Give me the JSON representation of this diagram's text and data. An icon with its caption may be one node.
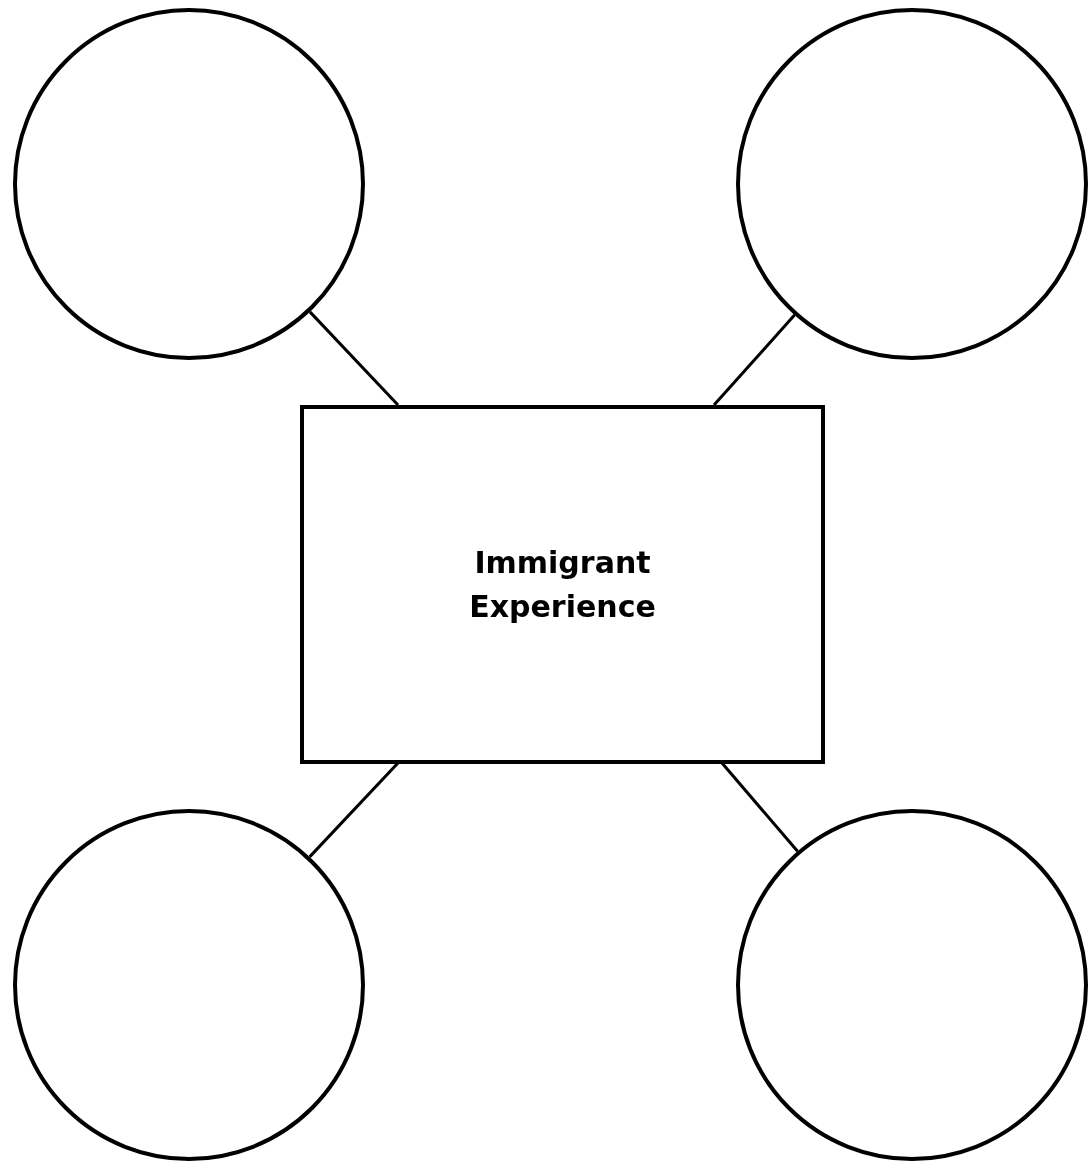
{
  "diagram": {
    "nodes": [
      {
        "text": [],
        "shape": "circle"
      },
      {
        "text": [],
        "shape": "circle"
      },
      {
        "text": [
          "Immigrant Experience"
        ]
      },
      {
        "text": [],
        "shape": "circle"
      },
      {
        "text": [],
        "shape": "circle"
      }
    ],
    "edges": [
      {
        "from": 2,
        "to": 0,
        "arrow": "none"
      },
      {
        "from": 2,
        "to": 1,
        "arrow": "none"
      },
      {
        "from": 2,
        "to": 3,
        "arrow": "none"
      },
      {
        "from": 2,
        "to": 4,
        "arrow": "none"
      }
    ]
  }
}
